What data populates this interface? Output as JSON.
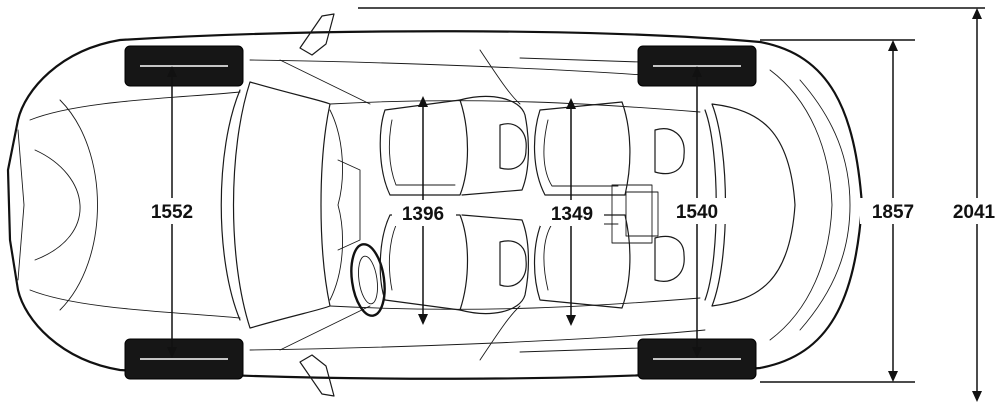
{
  "dimensions": {
    "front_track": "1552",
    "front_seat_shoulder_width": "1396",
    "rear_seat_shoulder_width": "1349",
    "rear_track": "1540",
    "body_width": "1857",
    "width_with_mirrors": "2041"
  }
}
